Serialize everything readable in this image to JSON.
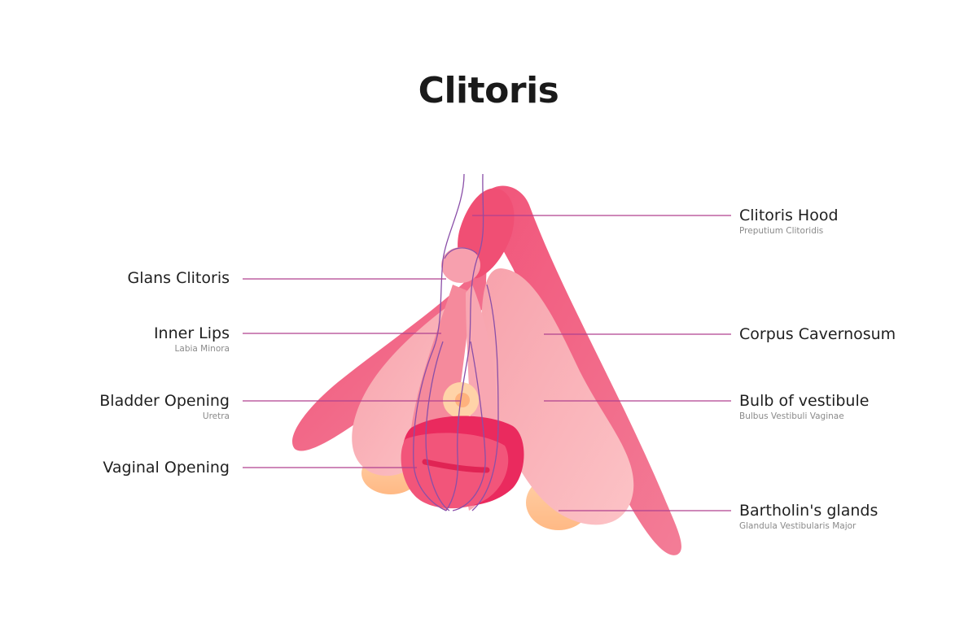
{
  "title": "Clitoris",
  "labels": {
    "glans": {
      "name": "Glans Clitoris",
      "latin": ""
    },
    "inner_lips": {
      "name": "Inner Lips",
      "latin": "Labia Minora"
    },
    "bladder": {
      "name": "Bladder Opening",
      "latin": "Uretra"
    },
    "vaginal": {
      "name": "Vaginal Opening",
      "latin": ""
    },
    "hood": {
      "name": "Clitoris Hood",
      "latin": "Preputium Clitoridis"
    },
    "corpus": {
      "name": "Corpus Cavernosum",
      "latin": ""
    },
    "bulb": {
      "name": "Bulb of vestibule",
      "latin": "Bulbus Vestibuli Vaginae"
    },
    "bartholin": {
      "name": "Bartholin's glands",
      "latin": "Glandula Vestibularis Major"
    }
  },
  "colors": {
    "leader_line": "#b0418f",
    "outline": "#8a4fa8",
    "crus": "#ee5a7c",
    "bulb": "#f9b3ba",
    "gland": "#ffc79a",
    "opening": "#e8285a"
  }
}
